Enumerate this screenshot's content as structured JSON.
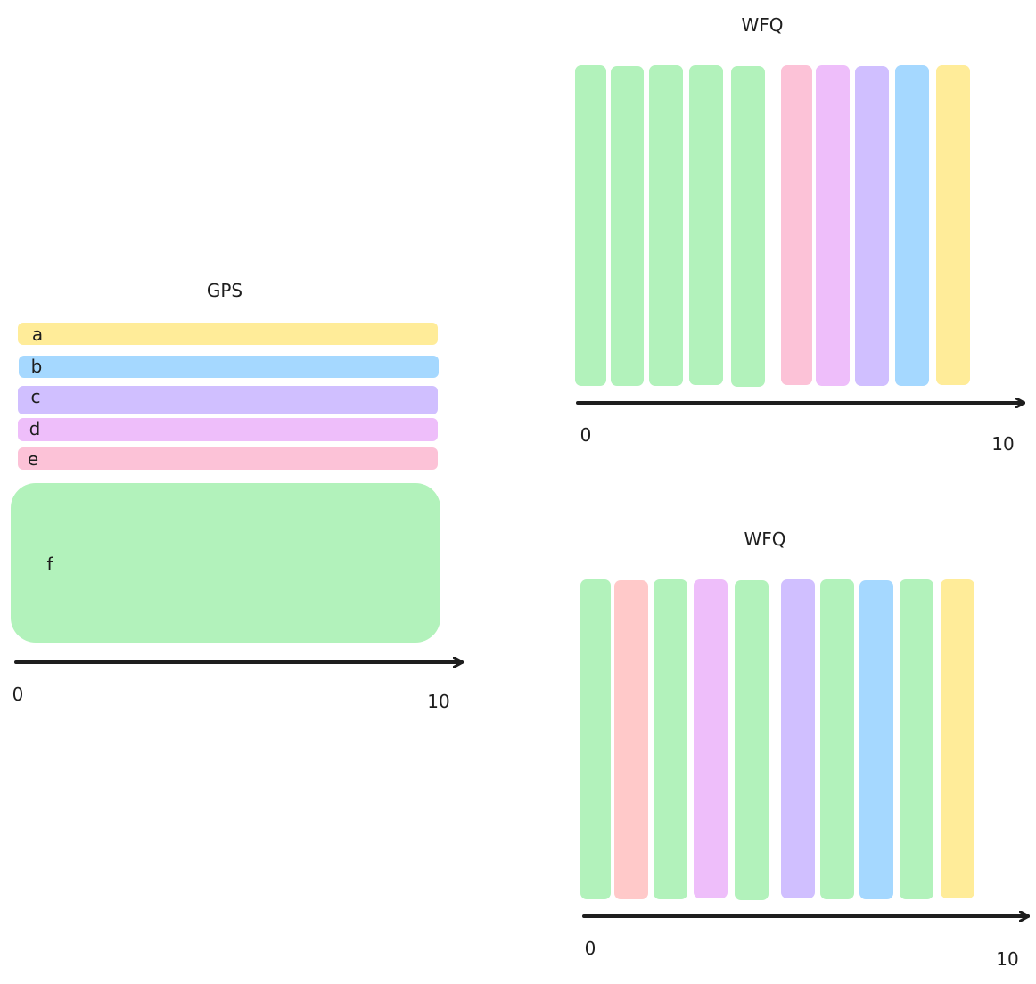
{
  "colors": {
    "a": "#ffec99",
    "b": "#a5d8ff",
    "c": "#d0bfff",
    "d": "#eebefa",
    "e": "#fcc2d7",
    "f": "#b2f2bb",
    "lightred": "#ffc9c9",
    "axis": "#1e1e1e"
  },
  "gps": {
    "title": "GPS",
    "flows": [
      {
        "label": "a",
        "color": "#ffec99"
      },
      {
        "label": "b",
        "color": "#a5d8ff"
      },
      {
        "label": "c",
        "color": "#d0bfff"
      },
      {
        "label": "d",
        "color": "#eebefa"
      },
      {
        "label": "e",
        "color": "#fcc2d7"
      },
      {
        "label": "f",
        "color": "#b2f2bb"
      }
    ],
    "axis": {
      "start": "0",
      "end": "10"
    }
  },
  "wfq_top": {
    "title": "WFQ",
    "slots": [
      "#b2f2bb",
      "#b2f2bb",
      "#b2f2bb",
      "#b2f2bb",
      "#b2f2bb",
      "#fcc2d7",
      "#eebefa",
      "#d0bfff",
      "#a5d8ff",
      "#ffec99"
    ],
    "axis": {
      "start": "0",
      "end": "10"
    }
  },
  "wfq_bottom": {
    "title": "WFQ",
    "slots": [
      "#b2f2bb",
      "#ffc9c9",
      "#b2f2bb",
      "#eebefa",
      "#b2f2bb",
      "#d0bfff",
      "#b2f2bb",
      "#a5d8ff",
      "#b2f2bb",
      "#ffec99"
    ],
    "axis": {
      "start": "0",
      "end": "10"
    }
  }
}
